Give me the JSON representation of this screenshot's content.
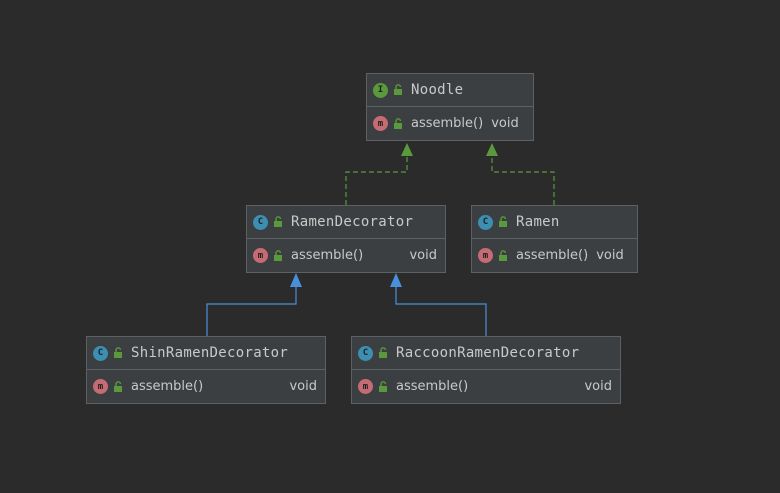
{
  "nodes": {
    "noodle": {
      "kind": "I",
      "name": "Noodle",
      "method": {
        "badge": "m",
        "name": "assemble()",
        "type": "void"
      }
    },
    "ramen_decorator": {
      "kind": "C",
      "name": "RamenDecorator",
      "method": {
        "badge": "m",
        "name": "assemble()",
        "type": "void"
      }
    },
    "ramen": {
      "kind": "C",
      "name": "Ramen",
      "method": {
        "badge": "m",
        "name": "assemble()",
        "type": "void"
      }
    },
    "shin": {
      "kind": "C",
      "name": "ShinRamenDecorator",
      "method": {
        "badge": "m",
        "name": "assemble()",
        "type": "void"
      }
    },
    "raccoon": {
      "kind": "C",
      "name": "RaccoonRamenDecorator",
      "method": {
        "badge": "m",
        "name": "assemble()",
        "type": "void"
      }
    }
  },
  "relations": [
    {
      "from": "RamenDecorator",
      "to": "Noodle",
      "type": "implements"
    },
    {
      "from": "Ramen",
      "to": "Noodle",
      "type": "implements"
    },
    {
      "from": "ShinRamenDecorator",
      "to": "RamenDecorator",
      "type": "extends"
    },
    {
      "from": "RaccoonRamenDecorator",
      "to": "RamenDecorator",
      "type": "extends"
    }
  ],
  "colors": {
    "background": "#2b2b2b",
    "node_fill": "#3c3f41",
    "node_border": "#5e6164",
    "implements_edge": "#5a9a3c",
    "extends_edge": "#4a8fd9",
    "class_badge": "#3d8fb1",
    "interface_badge": "#5a9a3c",
    "method_badge": "#c56b74",
    "unlock_icon": "#5a9a3c"
  },
  "icons": [
    "interface-icon",
    "class-icon",
    "method-icon",
    "public-unlock-icon"
  ]
}
